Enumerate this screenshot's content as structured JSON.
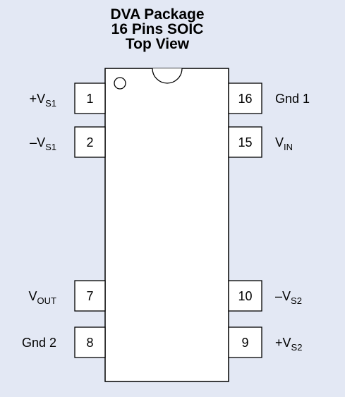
{
  "title": {
    "line1": "DVA Package",
    "line2": "16 Pins SOIC",
    "line3": "Top View"
  },
  "pins": [
    {
      "number": "1",
      "side": "left",
      "slot": 0,
      "label_main": "+V",
      "label_sub": "S1"
    },
    {
      "number": "2",
      "side": "left",
      "slot": 1,
      "label_main": "–V",
      "label_sub": "S1"
    },
    {
      "number": "7",
      "side": "left",
      "slot": 2,
      "label_main": "V",
      "label_sub": "OUT"
    },
    {
      "number": "8",
      "side": "left",
      "slot": 3,
      "label_main": "Gnd 2",
      "label_sub": ""
    },
    {
      "number": "16",
      "side": "right",
      "slot": 0,
      "label_main": "Gnd 1",
      "label_sub": ""
    },
    {
      "number": "15",
      "side": "right",
      "slot": 1,
      "label_main": "V",
      "label_sub": "IN"
    },
    {
      "number": "10",
      "side": "right",
      "slot": 2,
      "label_main": "–V",
      "label_sub": "S2"
    },
    {
      "number": "9",
      "side": "right",
      "slot": 3,
      "label_main": "+V",
      "label_sub": "S2"
    }
  ],
  "colors": {
    "background": "#e3e8f4",
    "package_fill": "#ffffff",
    "outline": "#000000"
  }
}
